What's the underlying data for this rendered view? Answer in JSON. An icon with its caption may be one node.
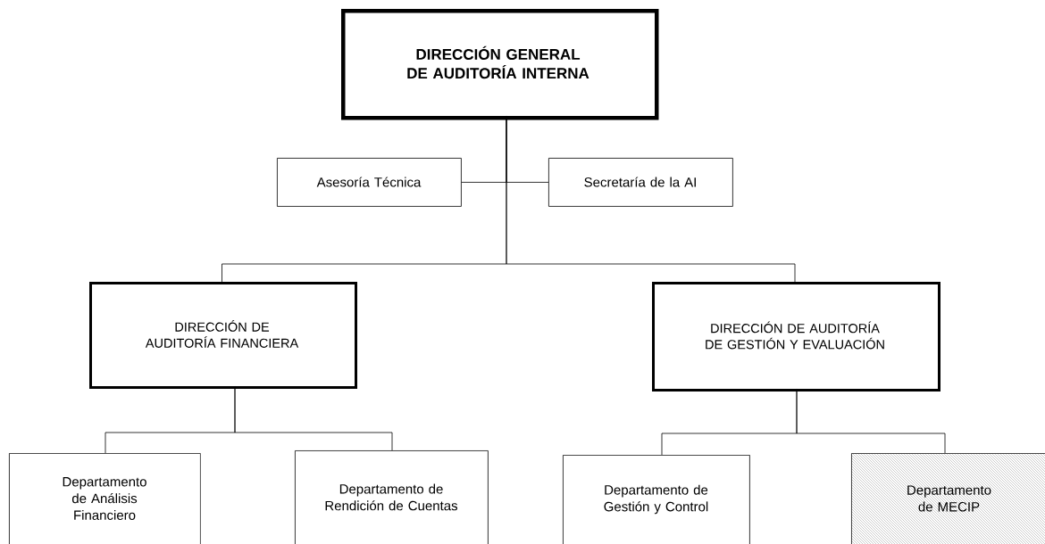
{
  "diagram": {
    "nodes": [
      {
        "text": [
          "DIRECCIÓN GENERAL DE AUDITORÍA INTERNA"
        ]
      },
      {
        "text": [
          "Asesoría Técnica"
        ]
      },
      {
        "text": [
          "Secretaría de la AI"
        ]
      },
      {
        "text": [
          "DIRECCIÓN DE AUDITORÍA FINANCIERA"
        ]
      },
      {
        "text": [
          "DIRECCIÓN DE AUDITORÍA DE GESTIÓN Y EVALUACIÓN"
        ]
      },
      {
        "text": [
          "Departamento de Análisis Financiero"
        ]
      },
      {
        "text": [
          "Departamento de Rendición de Cuentas"
        ]
      },
      {
        "text": [
          "Departamento de Gestión y Control"
        ]
      },
      {
        "text": [
          "Departamento de MECIP"
        ]
      }
    ],
    "edges": [
      {
        "from": 0,
        "to": 1,
        "arrow": "none"
      },
      {
        "from": 0,
        "to": 2,
        "arrow": "none"
      },
      {
        "from": 0,
        "to": 3,
        "arrow": "none"
      },
      {
        "from": 0,
        "to": 4,
        "arrow": "none"
      },
      {
        "from": 3,
        "to": 5,
        "arrow": "none"
      },
      {
        "from": 3,
        "to": 6,
        "arrow": "none"
      },
      {
        "from": 4,
        "to": 7,
        "arrow": "none"
      },
      {
        "from": 4,
        "to": 8,
        "arrow": "none"
      }
    ]
  }
}
